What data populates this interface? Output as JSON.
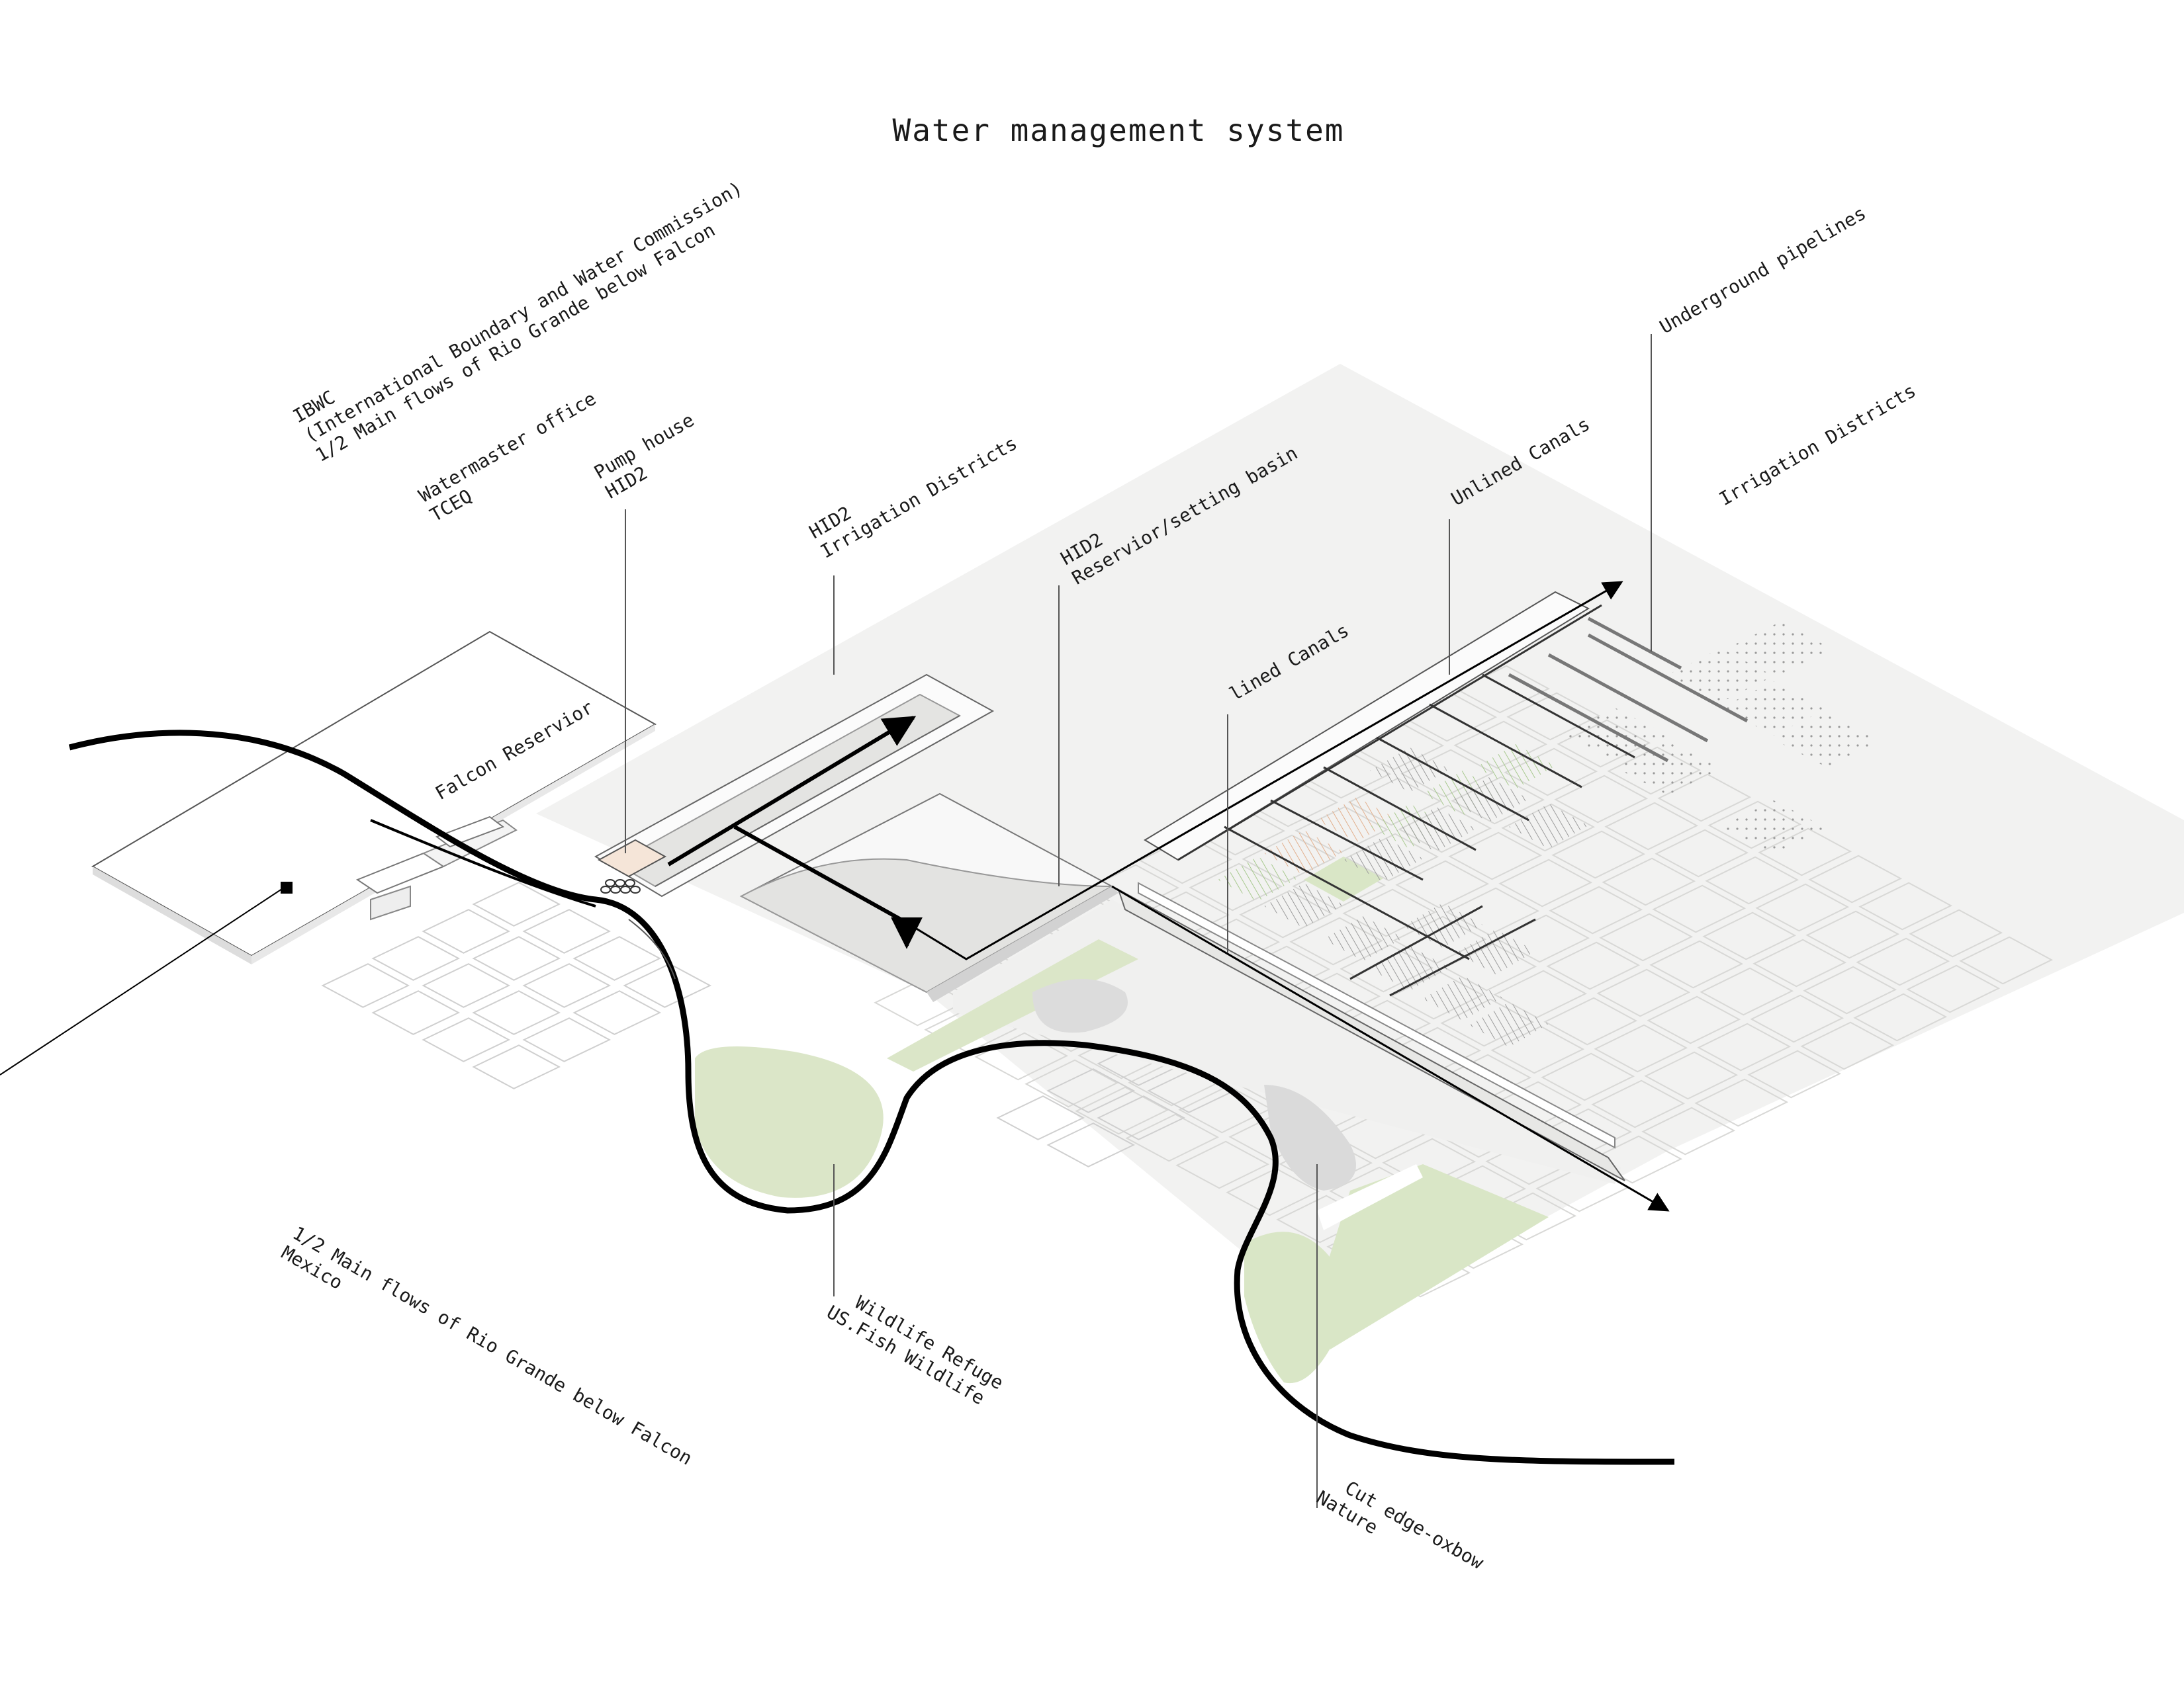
{
  "title": "Water management system",
  "labels": {
    "ibwc_1": "IBWC",
    "ibwc_2": "(International Boundary and Water Commission)",
    "ibwc_3": "1/2 Main flows of Rio Grande below Falcon",
    "watermaster_1": "Watermaster office",
    "watermaster_2": "TCEQ",
    "pump_1": "Pump house",
    "pump_2": "HID2",
    "hid2_irr_1": "HID2",
    "hid2_irr_2": "Irrigation Districts",
    "reservoir_1": "HID2",
    "reservoir_2": "Reservior/setting basin",
    "lined_canals": "lined Canals",
    "unlined_canals": "Unlined Canals",
    "underground": "Underground pipelines",
    "irrigation_districts": "Irrigation Districts",
    "falcon": "Falcon Reservior",
    "mexico_1": "1/2 Main flows of Rio Grande below Falcon",
    "mexico_2": "Mexico",
    "wildlife_1": "Wildlife Refuge",
    "wildlife_2": "US.Fish Wildlife",
    "oxbow_1": "Cut edge-oxbow",
    "oxbow_2": "Nature"
  },
  "colors": {
    "ground": "#f2f2f1",
    "ground_stroke": "#dcdcda",
    "water_basin": "#e3e3e1",
    "green_zone": "#d9e6c6",
    "orange_field": "#f2dccb",
    "river": "#000000",
    "line": "#333333"
  }
}
